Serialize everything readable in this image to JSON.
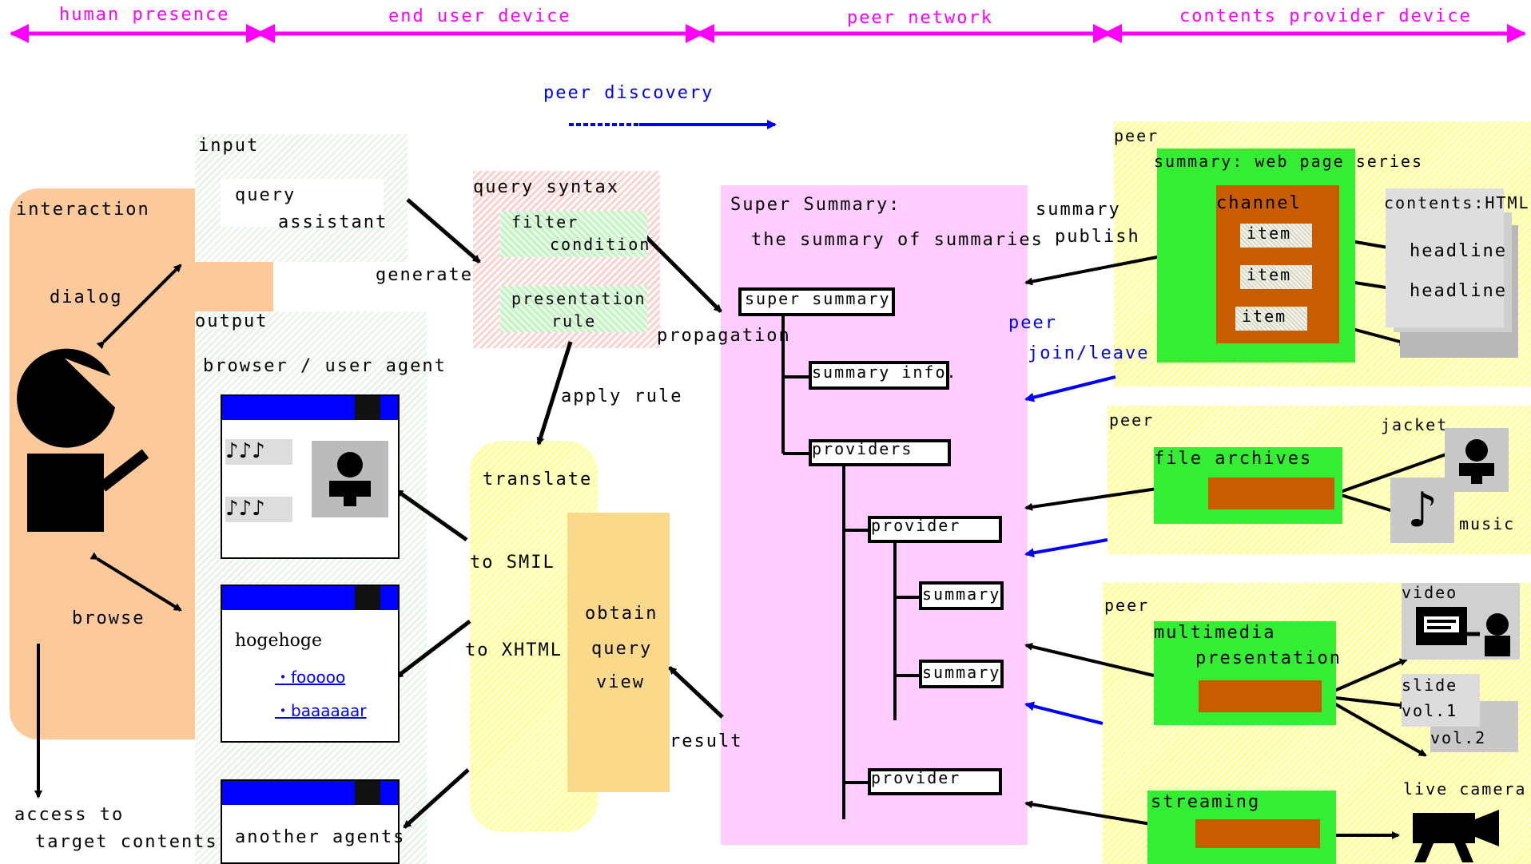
{
  "columns": [
    "human presence",
    "end user device",
    "peer network",
    "contents provider device"
  ],
  "legend": {
    "peer_discovery": "peer discovery"
  },
  "left": {
    "interaction": "interaction",
    "dialog": "dialog",
    "browse": "browse",
    "access_line1": "access to",
    "access_line2": "target contents"
  },
  "input": {
    "title": "input",
    "query": "query",
    "assistant": "assistant",
    "generate": "generate"
  },
  "output": {
    "title": "output",
    "browser": "browser / user agent",
    "notes1": "♪♪♪",
    "notes2": "♪♪♪",
    "hogehoge": "hogehoge",
    "link1": "・fooooo",
    "link2": "・baaaaaar",
    "another": "another agents"
  },
  "query_syntax": {
    "title": "query syntax",
    "filter": "filter",
    "condition": "condition",
    "presentation": "presentation",
    "rule": "rule",
    "propagation": "propagation",
    "apply_rule": "apply rule"
  },
  "translate": {
    "title": "translate",
    "smil": "to SMIL",
    "xhtml": "to XHTML",
    "obtain": "obtain",
    "query": "query",
    "view": "view",
    "result": "result"
  },
  "super_summary": {
    "title": "Super Summary:",
    "subtitle": "the summary of summaries",
    "root": "super summary",
    "info": "summary info.",
    "providers": "providers",
    "provider1": "provider",
    "summary1": "summary",
    "summary2": "summary",
    "provider2": "provider"
  },
  "network": {
    "summary_publish_1": "summary",
    "summary_publish_2": "publish",
    "peer": "peer",
    "join_leave": "join/leave"
  },
  "peer1": {
    "label": "peer",
    "summary": "summary: web page series",
    "channel": "channel",
    "item": "item",
    "contents": "contents:HTML",
    "headline": "headline"
  },
  "peer2": {
    "label": "peer",
    "archives": "file archives",
    "jacket": "jacket",
    "music": "music"
  },
  "peer3": {
    "label": "peer",
    "multimedia": "multimedia",
    "presentation": "presentation",
    "video": "video",
    "slide": "slide",
    "vol1": "vol.1",
    "vol2": "vol.2",
    "streaming": "streaming",
    "live_camera": "live camera"
  },
  "colors": {
    "magenta": "#ff00ff",
    "blue": "#0000ff",
    "green": "#33ee33",
    "rust": "#c85c00",
    "pink": "#ffccff"
  }
}
